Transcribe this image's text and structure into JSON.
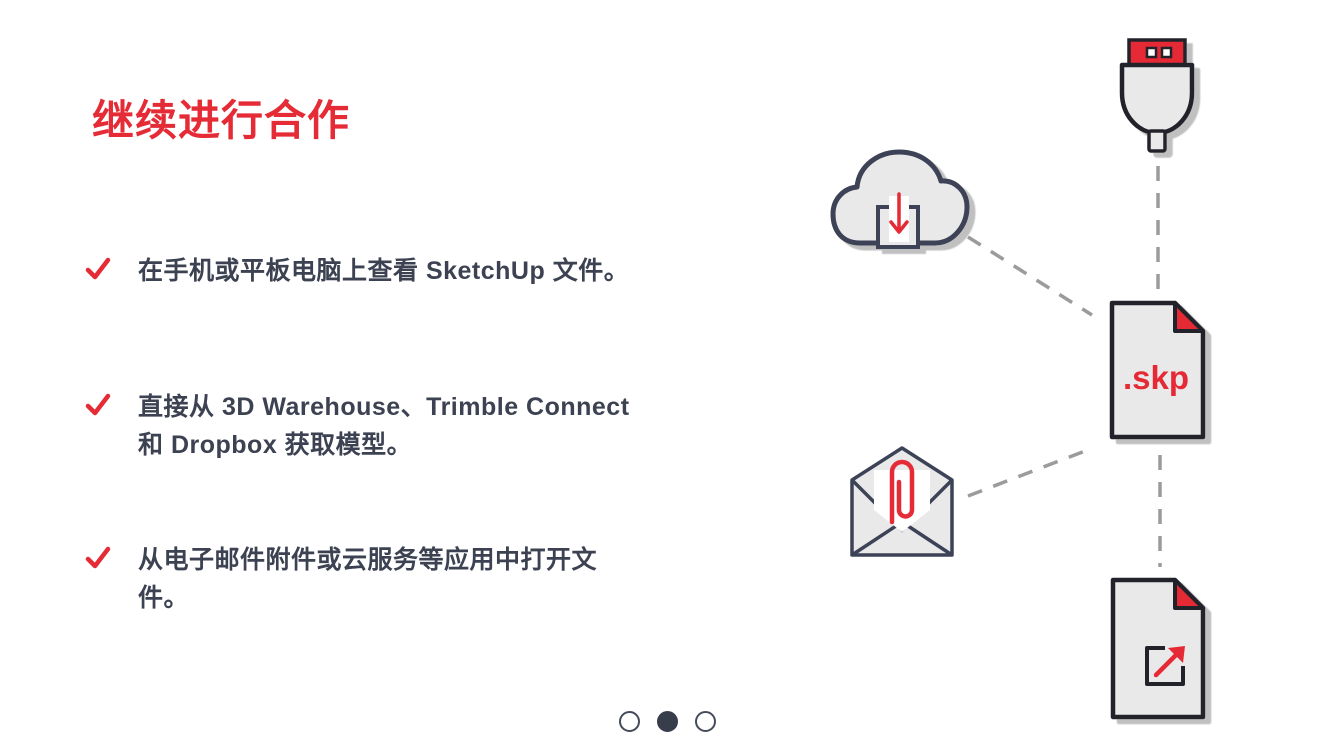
{
  "page": {
    "title": "继续进行合作",
    "bullets": [
      {
        "text": "在手机或平板电脑上查看 SketchUp 文件。"
      },
      {
        "text": "直接从 3D Warehouse、Trimble Connect 和 Dropbox 获取模型。"
      },
      {
        "text": "从电子邮件附件或云服务等应用中打开文件。"
      }
    ]
  },
  "illustration": {
    "skp_label": ".skp",
    "icons": [
      "usb-plug",
      "cloud-download",
      "email-attachment",
      "skp-file",
      "open-file"
    ]
  },
  "pagination": {
    "count": 3,
    "dots": [
      {
        "state": "inactive"
      },
      {
        "state": "active"
      },
      {
        "state": "inactive"
      }
    ]
  },
  "colors": {
    "accent_red": "#E52B36",
    "text_dark": "#3C4252",
    "outline_navy": "#3D4356",
    "outline_dark": "#23242A",
    "icon_fill": "#E9E9EA",
    "dash_gray": "#9B9B9B",
    "shadow_gray": "#BDBDBD"
  }
}
